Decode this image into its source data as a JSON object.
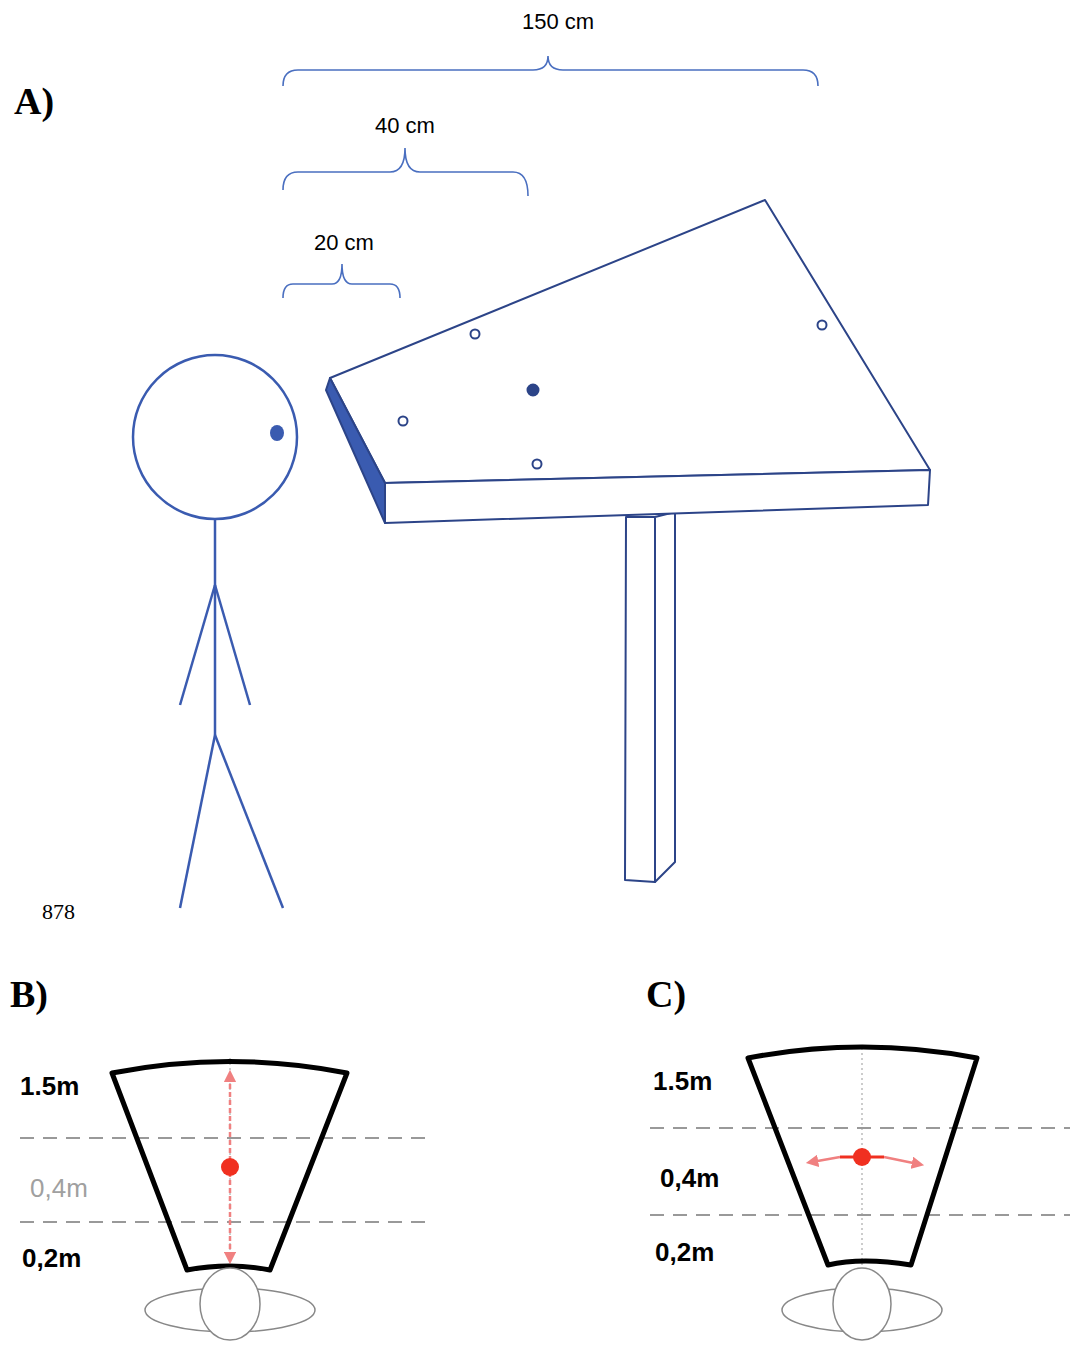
{
  "diagram": {
    "labels": [
      "A)",
      "150 cm",
      "40 cm",
      "20 cm",
      "878",
      "B)",
      "1.5m",
      "0,4m",
      "0,2m",
      "C)",
      "1.5m",
      "0,4m",
      "0,2m"
    ]
  }
}
